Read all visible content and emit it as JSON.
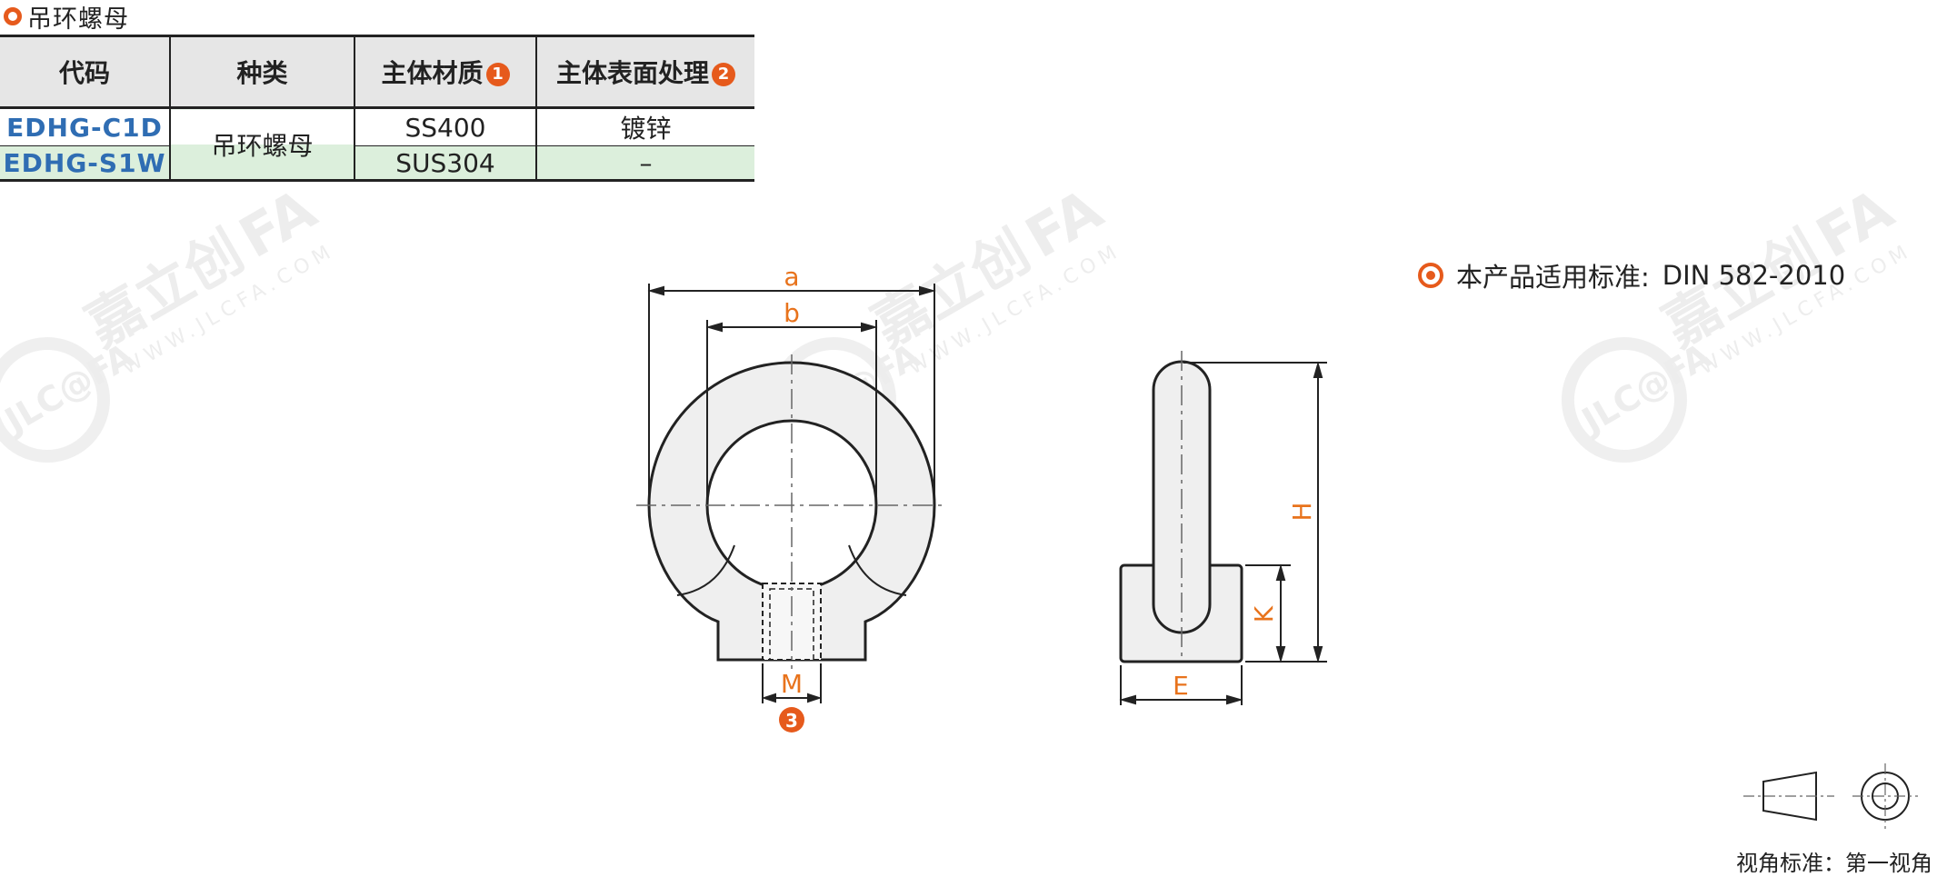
{
  "title": "吊环螺母",
  "table": {
    "headers": {
      "code": "代码",
      "type": "种类",
      "material": "主体材质",
      "material_note": "1",
      "surface": "主体表面处理",
      "surface_note": "2"
    },
    "rows": [
      {
        "code": "EDHG-C1D",
        "material": "SS400",
        "surface": "镀锌"
      },
      {
        "code": "EDHG-S1W",
        "material": "SUS304",
        "surface": "–"
      }
    ],
    "type_value": "吊环螺母"
  },
  "drawing": {
    "dim_a": "a",
    "dim_b": "b",
    "dim_M": "M",
    "thread_note": "3",
    "dim_H": "H",
    "dim_K": "K",
    "dim_E": "E"
  },
  "standard": {
    "label": "本产品适用标准:",
    "value": "DIN 582-2010"
  },
  "projection": {
    "caption": "视角标准：第一视角"
  },
  "watermark": {
    "brand_cn": "嘉立创",
    "brand_fa": "FA",
    "url": "WWW.JLCFA.COM",
    "logo_text": "JLC@FA"
  },
  "colors": {
    "accent": "#e65a1c",
    "code_blue": "#2f6db3",
    "dimension_orange": "#e8731c",
    "header_gray": "#e6e6e6",
    "row_green": "#dcefdc"
  }
}
